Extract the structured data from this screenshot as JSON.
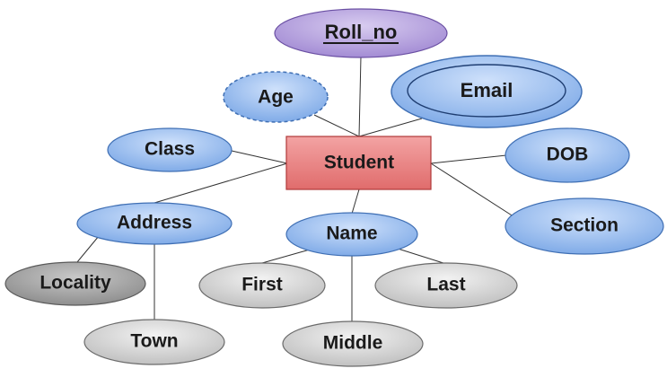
{
  "entity": {
    "label": "Student"
  },
  "attributes": {
    "roll_no": {
      "label": "Roll_no",
      "kind": "key"
    },
    "age": {
      "label": "Age",
      "kind": "derived"
    },
    "email": {
      "label": "Email",
      "kind": "multivalued"
    },
    "class": {
      "label": "Class",
      "kind": "simple"
    },
    "dob": {
      "label": "DOB",
      "kind": "simple"
    },
    "section": {
      "label": "Section",
      "kind": "simple"
    },
    "address": {
      "label": "Address",
      "kind": "composite"
    },
    "name": {
      "label": "Name",
      "kind": "composite"
    },
    "locality": {
      "label": "Locality",
      "kind": "component"
    },
    "town": {
      "label": "Town",
      "kind": "component"
    },
    "first": {
      "label": "First",
      "kind": "component"
    },
    "middle": {
      "label": "Middle",
      "kind": "component"
    },
    "last": {
      "label": "Last",
      "kind": "component"
    }
  },
  "colors": {
    "entity_fill": "#e57373",
    "entity_border": "#b03a3a",
    "attribute_fill": "#8fb6ea",
    "attribute_border": "#3f6fb4",
    "key_fill": "#b39ddb",
    "key_border": "#6a4fa3",
    "component_fill": "#cfcfcf",
    "component_border": "#6b6b6b"
  }
}
